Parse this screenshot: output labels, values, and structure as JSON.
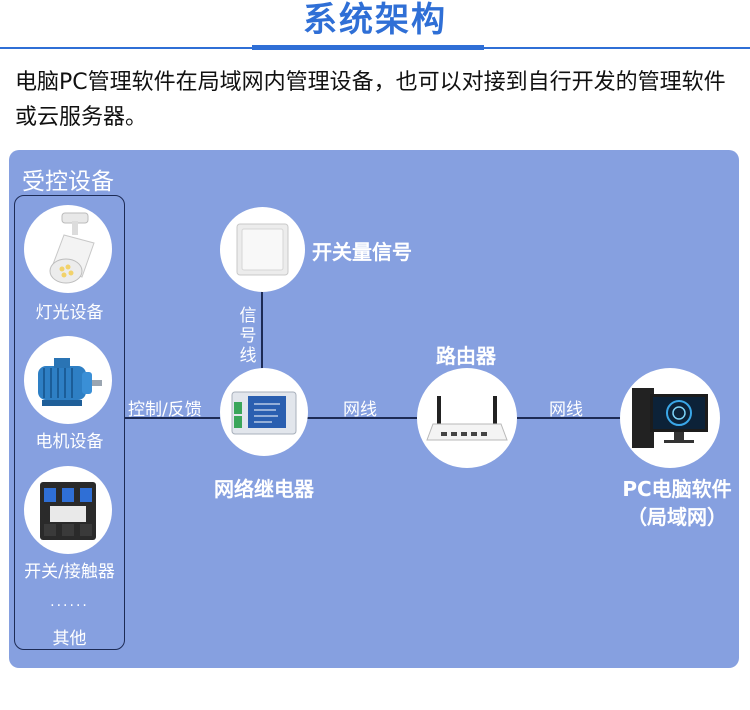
{
  "header": {
    "title": "系统架构"
  },
  "intro": {
    "text": "电脑PC管理软件在局域网内管理设备，也可以对接到自行开发的管理软件或云服务器。"
  },
  "panel": {
    "heading": "受控设备"
  },
  "devices": {
    "lighting": "灯光设备",
    "motor": "电机设备",
    "switch": "开关/接触器",
    "ellipsis": "......",
    "other": "其他"
  },
  "nodes": {
    "switch_signal": "开关量信号",
    "relay": "网络继电器",
    "router": "路由器",
    "pc_line1": "PC电脑软件",
    "pc_line2": "（局域网）"
  },
  "links": {
    "control": "控制/反馈",
    "signal": "信号线",
    "net1": "网线",
    "net2": "网线"
  },
  "colors": {
    "accent": "#2f6fd6",
    "panel": "#86a0e0",
    "line": "#1d2b55"
  }
}
